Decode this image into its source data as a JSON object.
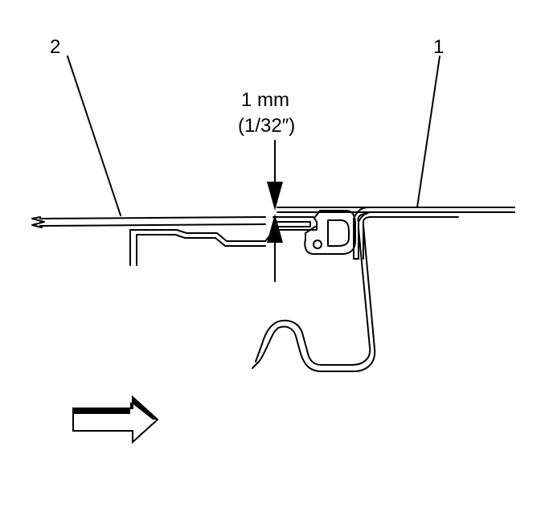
{
  "callouts": {
    "panel_right": "1",
    "panel_left": "2"
  },
  "dimension": {
    "value": "1 mm",
    "imperial": "(1/32″)"
  },
  "icons": {
    "direction": "forward-arrow-icon"
  },
  "colors": {
    "line": "#000000",
    "background": "#ffffff"
  }
}
